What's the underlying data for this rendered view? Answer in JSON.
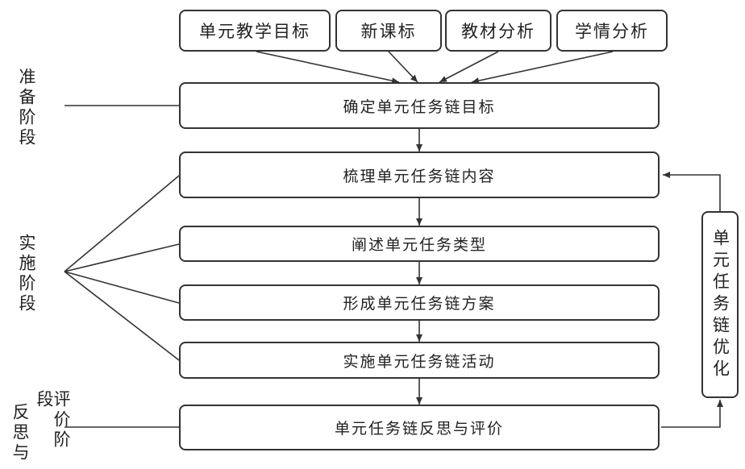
{
  "sources": [
    "单元教学目标",
    "新课标",
    "教材分析",
    "学情分析"
  ],
  "steps": [
    "确定单元任务链目标",
    "梳理单元任务链内容",
    "阐述单元任务类型",
    "形成单元任务链方案",
    "实施单元任务链活动",
    "单元任务链反思与评价"
  ],
  "feedback": "单元任务链优化",
  "stages": {
    "prep": "准备阶段",
    "impl": "实施阶段",
    "reflect_a": "反思与",
    "reflect_b": "评价阶段"
  }
}
